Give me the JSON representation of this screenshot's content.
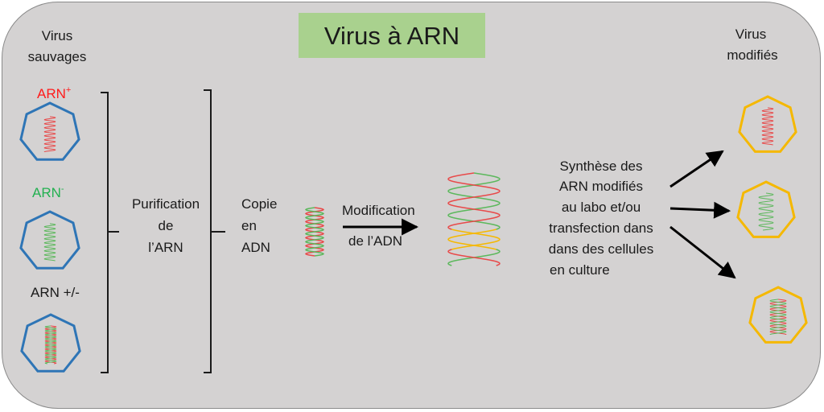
{
  "title": "Virus à  ARN",
  "wild_viruses": {
    "label_line1": "Virus",
    "label_line2": "sauvages"
  },
  "modified_viruses": {
    "label_line1": "Virus",
    "label_line2": "modifiés"
  },
  "rna_types": [
    {
      "label": "ARN",
      "sup": "+",
      "color": "#ff1a1a"
    },
    {
      "label": "ARN",
      "sup": "-",
      "color": "#22b050"
    },
    {
      "label": "ARN +/-",
      "sup": "",
      "color": "#1a1a1a"
    }
  ],
  "steps": {
    "purification": [
      "Purification",
      "de",
      "l’ARN"
    ],
    "copy": [
      "Copie",
      "en",
      "ADN"
    ],
    "modification": [
      "Modification",
      "de l’ADN"
    ],
    "synthesis": [
      "Synthèse des",
      "ARN modifiés",
      "au labo et/ou",
      "transfection dans",
      "dans des cellules",
      "en culture"
    ]
  },
  "colors": {
    "background": "#d4d2d2",
    "title_box": "#a9d18e",
    "capsid_wild": "#2e75b6",
    "capsid_modified": "#f5b800",
    "rna_plus": "#e84a4a",
    "rna_minus": "#5cb85c",
    "dna_yellow": "#f5b800"
  }
}
